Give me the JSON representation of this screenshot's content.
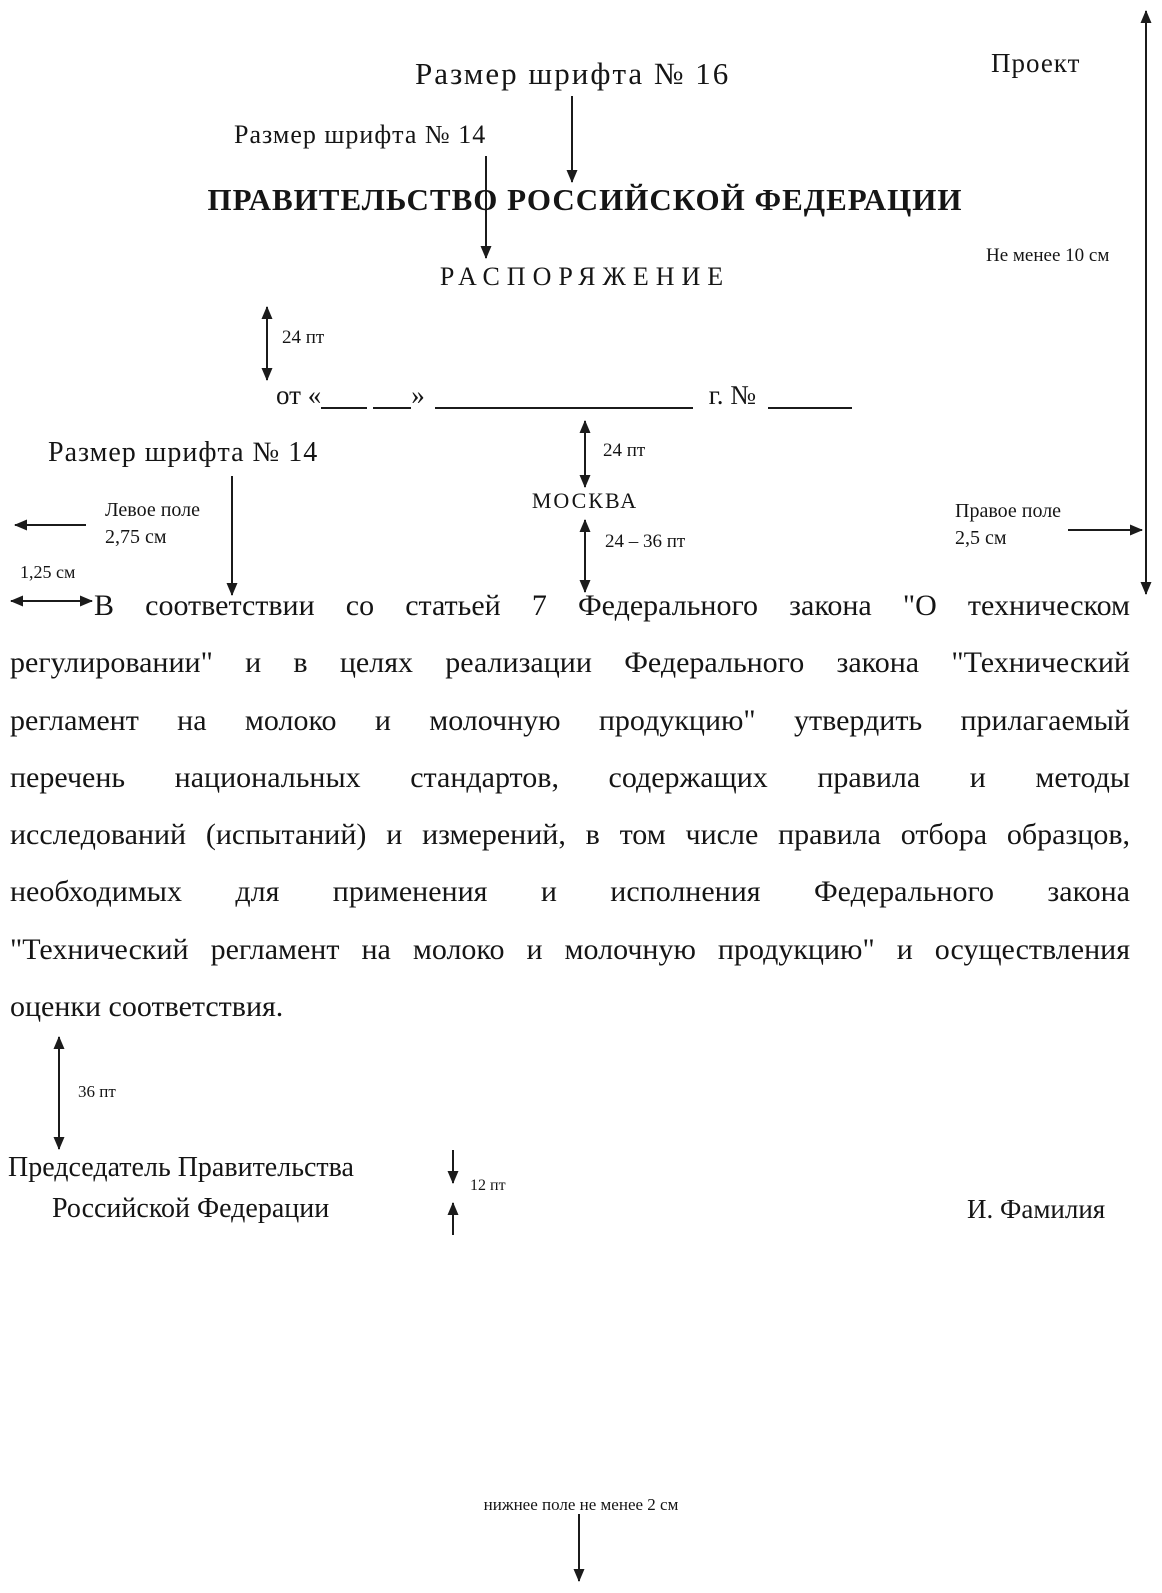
{
  "annotations": {
    "font_size_16": "Размер шрифта № 16",
    "draft": "Проект",
    "font_size_14_top": "Размер шрифта № 14",
    "font_size_14_left": "Размер шрифта № 14",
    "min_top_distance": "Не менее 10 см",
    "pt24_top": "24 пт",
    "pt24_mid": "24 пт",
    "pt24_36": "24 – 36 пт",
    "pt36": "36 пт",
    "pt12": "12 пт",
    "left_margin_label": "Левое поле",
    "left_margin_value": "2,75 см",
    "right_margin_label": "Правое поле",
    "right_margin_value": "2,5 см",
    "indent_value": "1,25 см",
    "bottom_margin": "нижнее поле не менее 2 см"
  },
  "document": {
    "government": "ПРАВИТЕЛЬСТВО РОССИЙСКОЙ ФЕДЕРАЦИИ",
    "doc_type": "РАСПОРЯЖЕНИЕ",
    "date_prefix": "от «",
    "date_close": "»",
    "number_label": "г. №",
    "city": "МОСКВА",
    "body_lines": [
      "В соответствии со статьей 7 Федерального закона \"О техническом",
      "регулировании\" и в целях реализации Федерального закона \"Технический",
      "регламент на молоко и молочную продукцию\" утвердить прилагаемый",
      "перечень национальных стандартов, содержащих правила и методы",
      "исследований (испытаний) и измерений, в том числе правила отбора образцов,",
      "необходимых для применения и исполнения Федерального закона",
      "\"Технический регламент на молоко и молочную продукцию\" и осуществления",
      "оценки соответствия."
    ],
    "chairman_line1": "Председатель Правительства",
    "chairman_line2": "Российской Федерации",
    "signer_name": "И. Фамилия"
  }
}
